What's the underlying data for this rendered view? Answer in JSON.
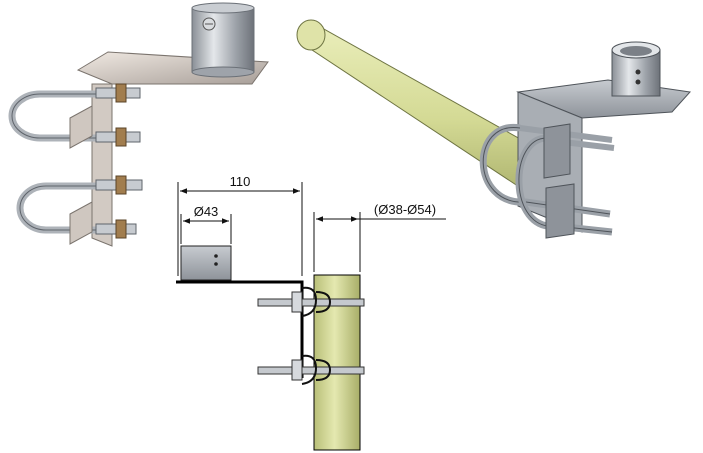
{
  "dimensions": {
    "arm_length": "110",
    "socket_diameter": "Ø43",
    "mast_range": "(Ø38-Ø54)"
  },
  "colors": {
    "pipe": "#d6dc98",
    "pipe_edge": "#7f8550",
    "steel": "#b8bcc2",
    "steel_dark": "#6f747b",
    "line": "#111111"
  }
}
